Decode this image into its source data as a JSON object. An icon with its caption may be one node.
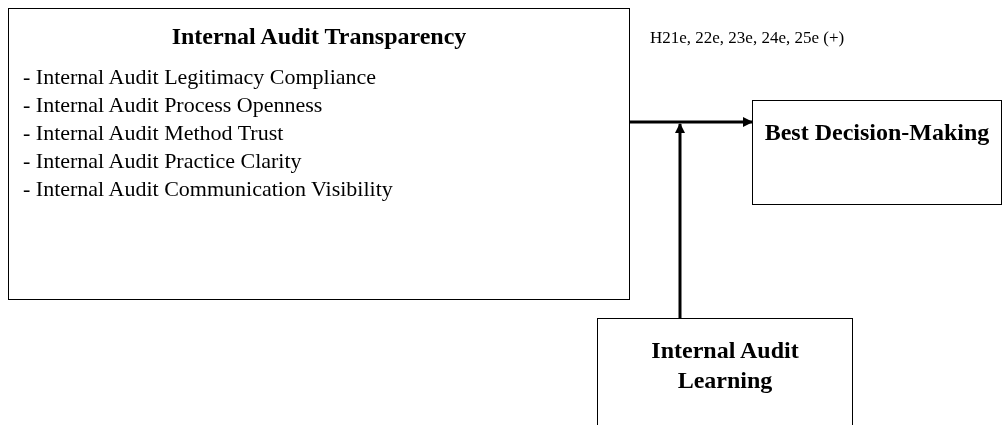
{
  "diagram": {
    "nodes": [
      {
        "text": [
          "Internal Audit Transparency",
          "- Internal Audit Legitimacy Compliance",
          "- Internal Audit Process Openness",
          "- Internal Audit Method Trust",
          "- Internal Audit Practice Clarity",
          "- Internal Audit Communication Visibility"
        ]
      },
      {
        "text": [
          "Best Decision-Making"
        ]
      },
      {
        "text": [
          "Internal Audit Learning"
        ]
      }
    ],
    "edges": [
      {
        "from": 0,
        "to": 1,
        "arrow": "to",
        "label": "H21e, 22e, 23e, 24e, 25e (+)"
      },
      {
        "from": 2,
        "to": null,
        "arrow": "to"
      }
    ]
  }
}
